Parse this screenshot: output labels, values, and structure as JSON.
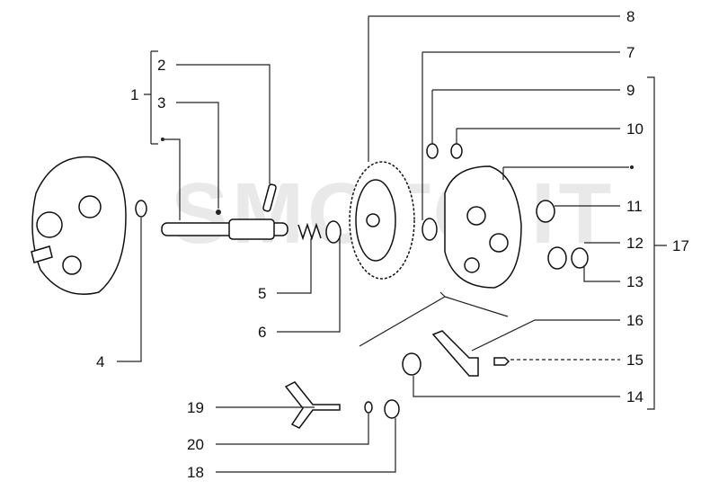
{
  "watermark": "SMOTO.IT",
  "labels": {
    "l1": "1",
    "l2": "2",
    "l3": "3",
    "l4": "4",
    "l5": "5",
    "l6": "6",
    "l7": "7",
    "l8": "8",
    "l9": "9",
    "l10": "10",
    "l11": "11",
    "l12": "12",
    "l13": "13",
    "l14": "14",
    "l15": "15",
    "l16": "16",
    "l17": "17",
    "l18": "18",
    "l19": "19",
    "l20": "20"
  }
}
